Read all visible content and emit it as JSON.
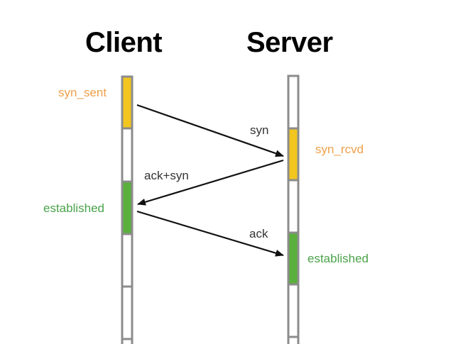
{
  "colors": {
    "syn_state": "#f2c61f",
    "established_state": "#5ab03c",
    "syn_label": "#eea04a",
    "established_label": "#4aa34a",
    "lifeline_border": "#8c8c8c",
    "arrow": "#111111"
  },
  "participants": [
    {
      "name": "Client",
      "segments": [
        {
          "state": "syn_sent",
          "kind": "syn"
        },
        {
          "state": "",
          "kind": "idle"
        },
        {
          "state": "established",
          "kind": "established"
        },
        {
          "state": "",
          "kind": "idle"
        },
        {
          "state": "",
          "kind": "idle"
        },
        {
          "state": "",
          "kind": "idle"
        }
      ]
    },
    {
      "name": "Server",
      "segments": [
        {
          "state": "",
          "kind": "idle"
        },
        {
          "state": "syn_rcvd",
          "kind": "syn"
        },
        {
          "state": "",
          "kind": "idle"
        },
        {
          "state": "established",
          "kind": "established"
        },
        {
          "state": "",
          "kind": "idle"
        },
        {
          "state": "",
          "kind": "idle"
        }
      ]
    }
  ],
  "messages": [
    {
      "label": "syn",
      "from": "Client",
      "to": "Server"
    },
    {
      "label": "ack+syn",
      "from": "Server",
      "to": "Client"
    },
    {
      "label": "ack",
      "from": "Client",
      "to": "Server"
    }
  ]
}
